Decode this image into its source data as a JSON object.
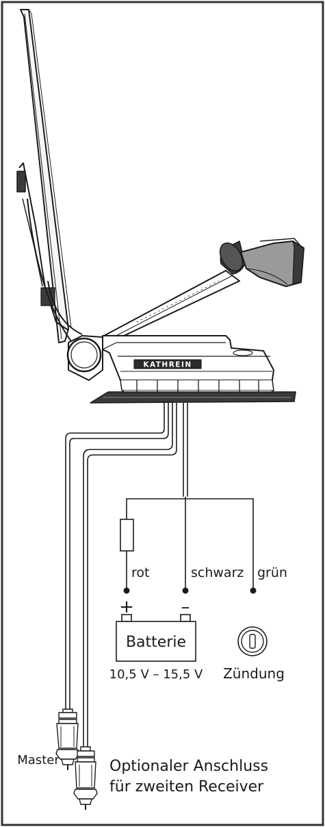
{
  "brand": "KATHREIN",
  "wires": {
    "red": "rot",
    "black": "schwarz",
    "green": "grün"
  },
  "battery": {
    "label": "Batterie",
    "plus": "+",
    "minus": "–",
    "voltage": "10,5 V – 15,5 V"
  },
  "ignition": {
    "label": "Zündung"
  },
  "connectors": {
    "master": "Master",
    "optional_line1": "Optionaler Anschluss",
    "optional_line2": "für zweiten Receiver"
  },
  "colors": {
    "line": "#1a1a1a",
    "frame": "#333333",
    "dark_part": "#3a3a3a",
    "light_part": "#9a9a9a"
  }
}
